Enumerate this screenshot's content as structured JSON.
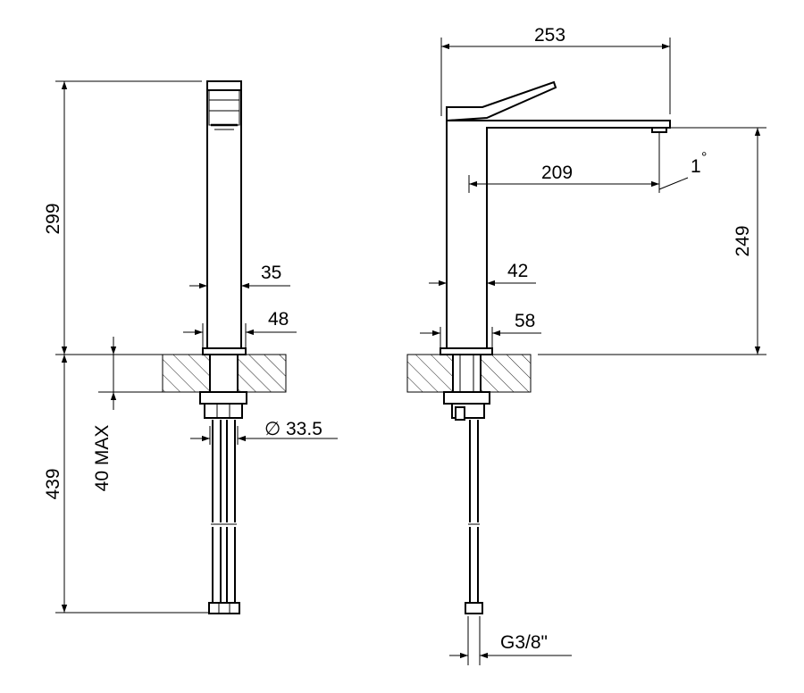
{
  "drawing": {
    "dimensions": {
      "front_height_above": "299",
      "front_height_below": "439",
      "max_thickness": "40 MAX",
      "spout_width": "35",
      "base_width_front": "48",
      "hole_diameter": "33.5",
      "total_length": "253",
      "spout_reach": "209",
      "angle": "1",
      "outlet_height": "249",
      "body_width": "42",
      "base_width_side": "58",
      "thread": "G3/8\""
    },
    "symbols": {
      "diameter": "∅",
      "degree": "°"
    }
  }
}
